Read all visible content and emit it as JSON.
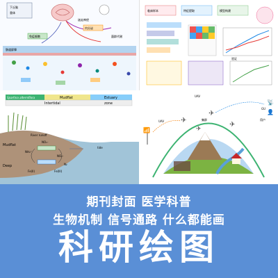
{
  "panels": {
    "p1": {
      "labels": [
        "下丘脑",
        "垂体",
        "迷走神经",
        "免疫细胞",
        "内分泌",
        "肠道屏障",
        "菌群代谢"
      ]
    },
    "p2": {
      "labels": [
        "临床样本",
        "特征提取",
        "模型构建",
        "验证"
      ]
    },
    "p3": {
      "zones": [
        "Spartina alterniflora",
        "Mudflat",
        "Estuary"
      ],
      "interzone": [
        "Intertidal",
        "zone"
      ],
      "labels": [
        "Mudflat",
        "Deep",
        "River runoff",
        "NO₃⁻",
        "NH₄⁺",
        "NO₂⁻",
        "Fe(II)",
        "Fe(III)",
        "N₂",
        "tide"
      ]
    },
    "p4": {
      "labels": [
        "UAV",
        "UAV",
        "集群",
        "用户",
        "GU"
      ]
    }
  },
  "banner": {
    "line1": "期刊封面  医学科普",
    "line2": "生物机制  信号通路  什么都能画",
    "title": "科研绘图"
  },
  "colors": {
    "banner_bg": "#5a8fd6",
    "banner_text": "#ffffff",
    "sky": "#b9d8f2",
    "water": "#5aa0d8",
    "grass": "#7cb342",
    "soil": "#6d4c41",
    "mountain": "#9b7a55"
  }
}
